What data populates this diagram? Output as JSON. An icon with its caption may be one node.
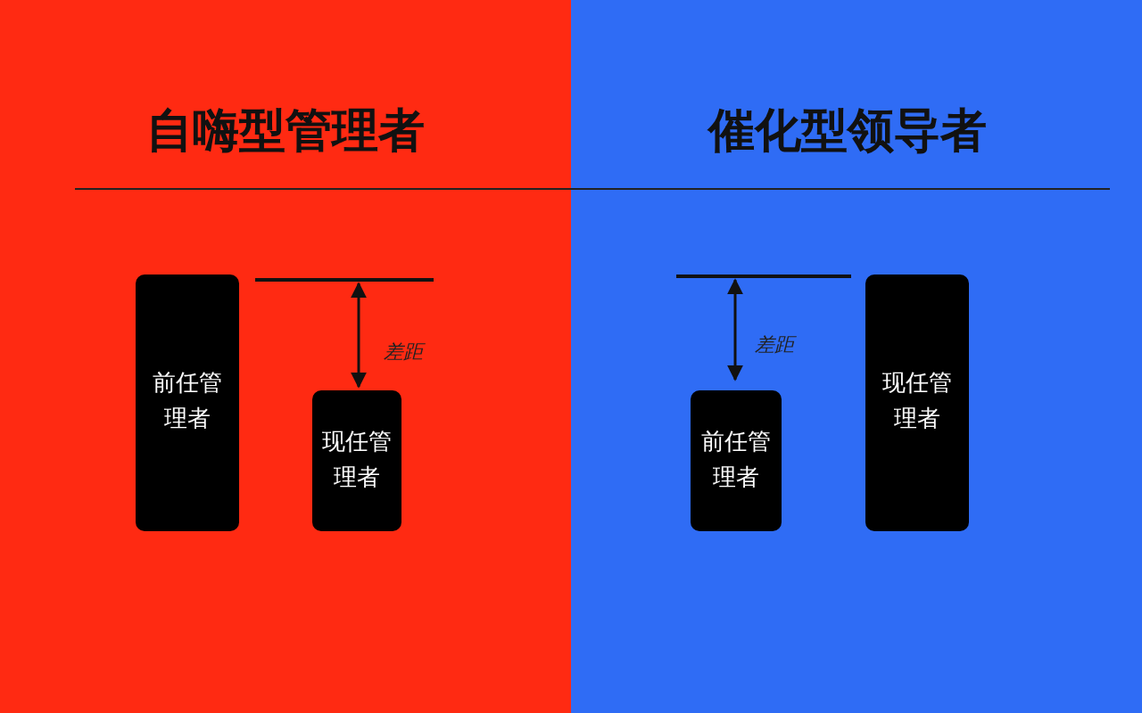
{
  "diagram": {
    "nodes": [
      {
        "text": [
          "前任管理者"
        ]
      },
      {
        "text": [
          "现任管理者"
        ]
      },
      {
        "text": [
          "前任管理者"
        ]
      },
      {
        "text": [
          "现任管理者"
        ]
      }
    ],
    "labels": [
      "自嗨型管理者",
      "催化型领导者",
      "差距",
      "差距"
    ]
  }
}
